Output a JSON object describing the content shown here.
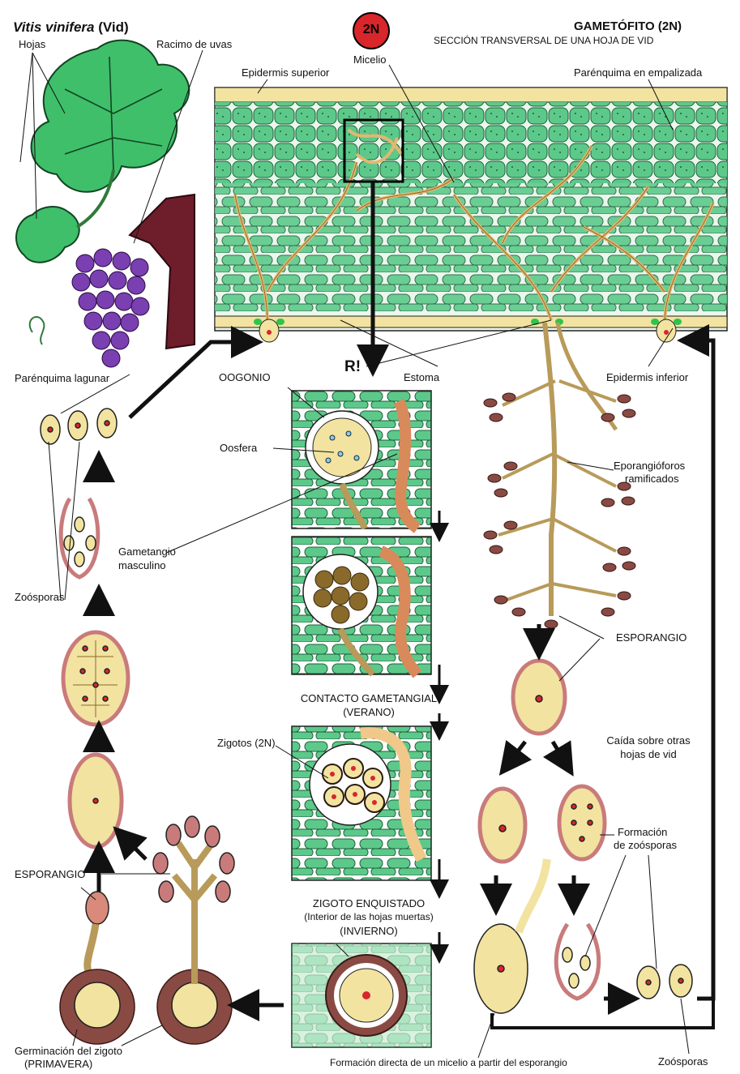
{
  "colors": {
    "leaf_green": "#3fbf6a",
    "cell_green": "#5cc98a",
    "cell_dark": "#2b8a52",
    "mycelium": "#f3e2b0",
    "spore_fill": "#f2e3a0",
    "spore_edge": "#c97b7b",
    "sporangium_brown": "#8a4a44",
    "grape_purple": "#7a3fb0",
    "trunk": "#6e1d2a",
    "badge_red": "#d8262b"
  },
  "header": {
    "species_italic": "Vitis vinifera",
    "species_rest": " (Vid)",
    "phase_title": "GAMETÓFITO (2N)",
    "phase_subtitle": "SECCIÓN TRANSVERSAL DE UNA HOJA DE VID",
    "ploidy_badge": "2N"
  },
  "labels": {
    "hojas": "Hojas",
    "racimo": "Racimo de uvas",
    "micelio": "Micelio",
    "epidermis_sup": "Epidermis superior",
    "parenquima_emp": "Parénquima en empalizada",
    "parenquima_lag": "Parénquima lagunar",
    "meiosis": "R!",
    "estoma": "Estoma",
    "epidermis_inf": "Epidermis inferior",
    "oogonio": "OOGONIO",
    "oosfera": "Oosfera",
    "esporangioforos_1": "Eporangióforos",
    "esporangioforos_2": "ramificados",
    "gametangio_1": "Gametangio",
    "gametangio_2": "masculino",
    "zoosporas_left": "Zoósporas",
    "esporangio_right": "ESPORANGIO",
    "contacto_1": "CONTACTO GAMETANGIAL",
    "contacto_2": "(VERANO)",
    "zigotos": "Zigotos (2N)",
    "caida_1": "Caída sobre otras",
    "caida_2": "hojas de vid",
    "formacion_1": "Formación",
    "formacion_2": "de zoósporas",
    "esporangio_left": "ESPORANGIO",
    "enquistado_1": "ZIGOTO ENQUISTADO",
    "enquistado_2": "(Interior de las hojas muertas)",
    "enquistado_3": "(INVIERNO)",
    "germinacion_1": "Germinación del zigoto",
    "germinacion_2": "(PRIMAVERA)",
    "formacion_directa": "Formación directa de un micelio a partir del esporangio",
    "zoosporas_bottom": "Zoósporas"
  }
}
